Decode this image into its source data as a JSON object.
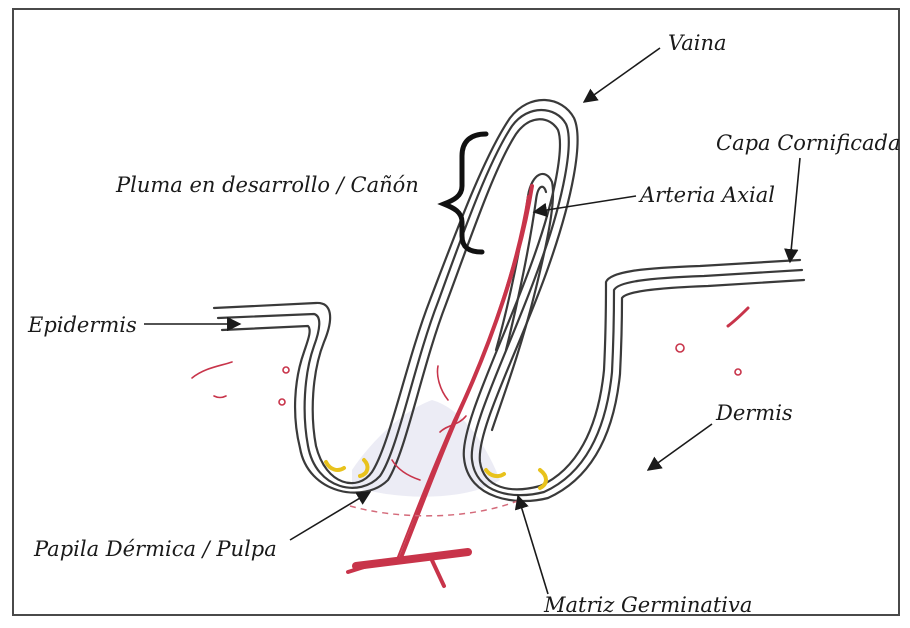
{
  "labels": {
    "vaina": "Vaina",
    "capa_cornificada": "Capa Cornificada",
    "pluma": "Pluma en desarrollo / Cañón",
    "arteria_axial": "Arteria Axial",
    "epidermis": "Epidermis",
    "dermis": "Dermis",
    "papila": "Papila Dérmica / Pulpa",
    "matriz": "Matriz Germinativa"
  },
  "colors": {
    "artery": "#c8344a",
    "matrix": "#e8c21c",
    "outline": "#3a3a3a",
    "ink": "#1a1a1a",
    "pulp_shade": "#e9e9f3"
  }
}
